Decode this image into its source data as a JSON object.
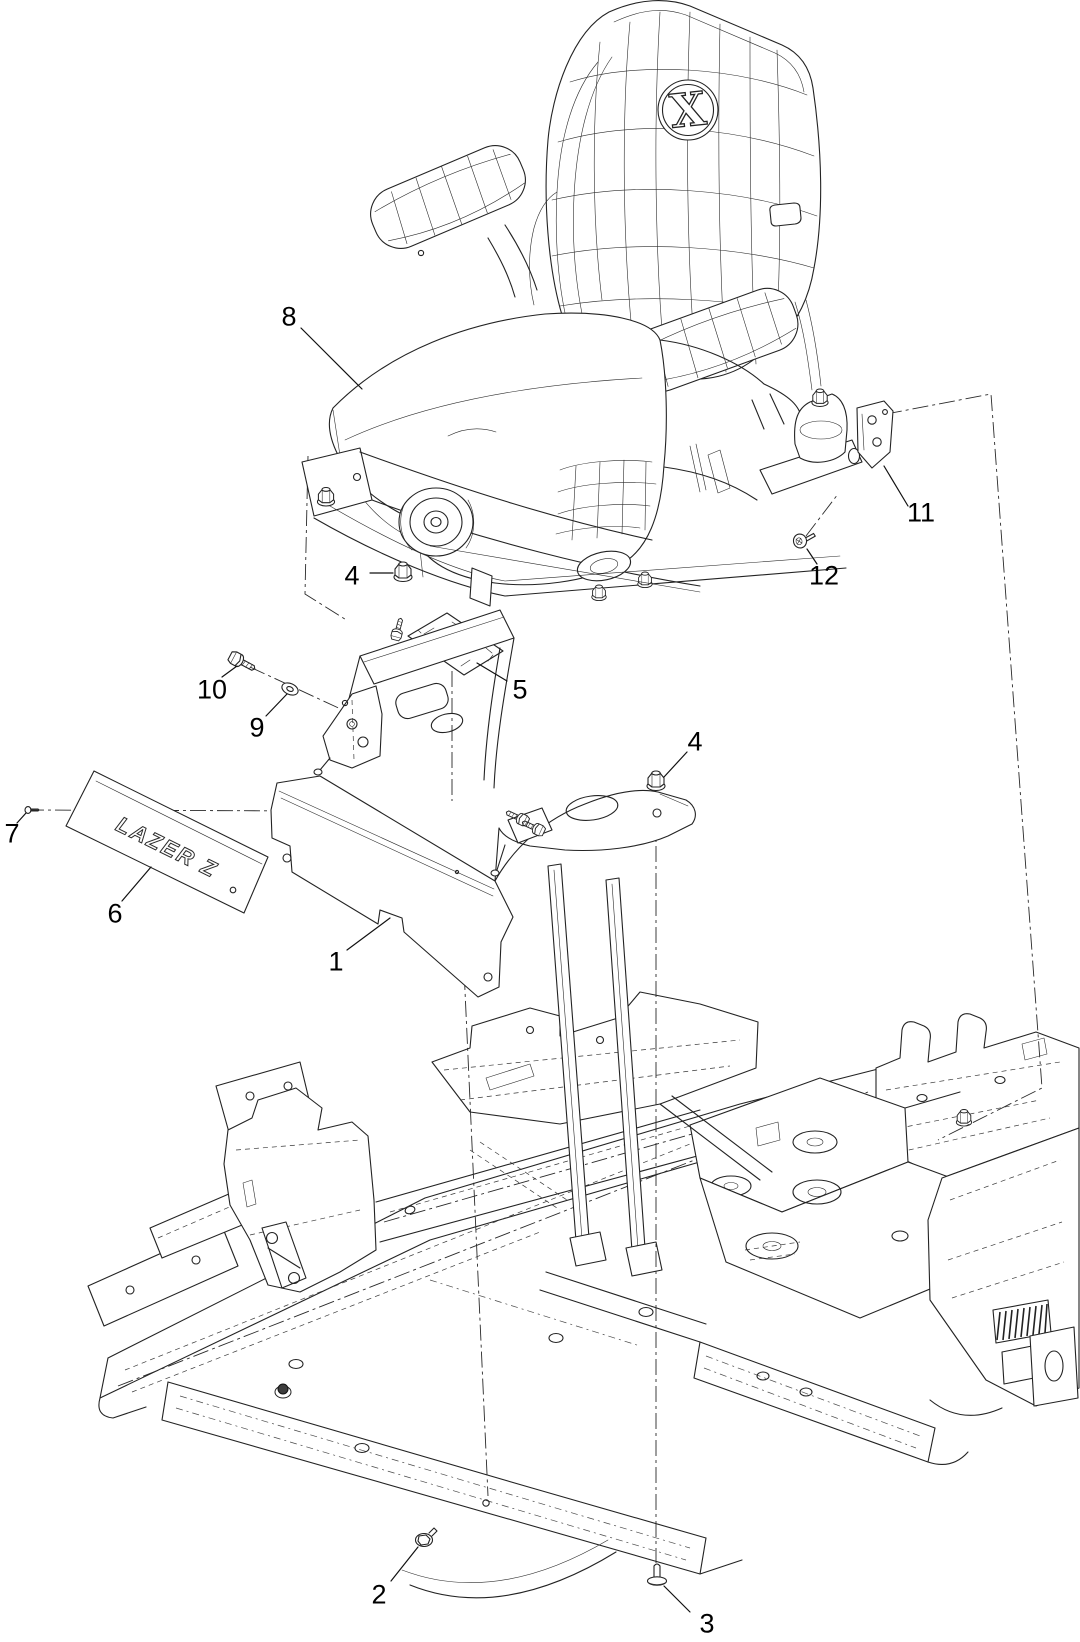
{
  "canvas": {
    "background": "#ffffff",
    "line_color": "#232323",
    "text_color": "#000000"
  },
  "badge": {
    "text": "LAZER Z"
  },
  "seat_logo": {
    "letter": "X"
  },
  "callouts": {
    "c1": {
      "label": "1"
    },
    "c2": {
      "label": "2"
    },
    "c3": {
      "label": "3"
    },
    "c4a": {
      "label": "4"
    },
    "c4b": {
      "label": "4"
    },
    "c5": {
      "label": "5"
    },
    "c6": {
      "label": "6"
    },
    "c7": {
      "label": "7"
    },
    "c8": {
      "label": "8"
    },
    "c9": {
      "label": "9"
    },
    "c10": {
      "label": "10"
    },
    "c11": {
      "label": "11"
    },
    "c12": {
      "label": "12"
    }
  }
}
